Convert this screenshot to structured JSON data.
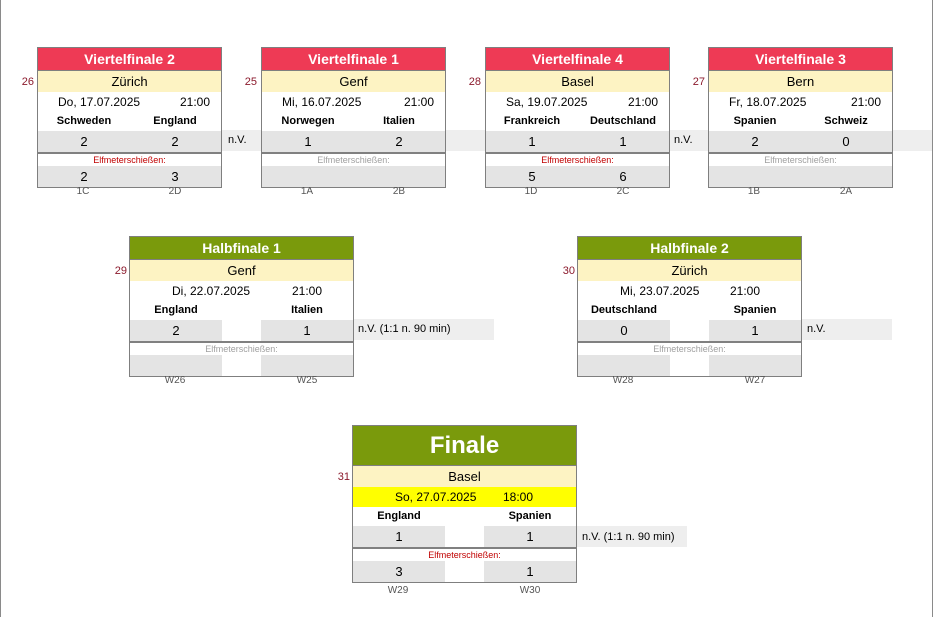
{
  "colors": {
    "quarter": "#ee3a55",
    "semi": "#7a9a0c",
    "final": "#7a9a0c",
    "venue_bg": "#fdf3c3",
    "final_date_bg": "#ffff00",
    "penalty_label": "#c00000",
    "penalty_label_empty": "#a0a0a0"
  },
  "penalty_label": "Elfmeterschießen:",
  "quarterfinals": [
    {
      "title": "Viertelfinale 2",
      "match_no": "26",
      "venue": "Zürich",
      "date": "Do, 17.07.2025",
      "time": "21:00",
      "home": "Schweden",
      "away": "England",
      "home_goals": "2",
      "away_goals": "2",
      "note": "n.V.",
      "home_pen": "2",
      "away_pen": "3",
      "home_slot": "1C",
      "away_slot": "2D"
    },
    {
      "title": "Viertelfinale 1",
      "match_no": "25",
      "venue": "Genf",
      "date": "Mi, 16.07.2025",
      "time": "21:00",
      "home": "Norwegen",
      "away": "Italien",
      "home_goals": "1",
      "away_goals": "2",
      "note": "",
      "home_pen": "",
      "away_pen": "",
      "home_slot": "1A",
      "away_slot": "2B"
    },
    {
      "title": "Viertelfinale 4",
      "match_no": "28",
      "venue": "Basel",
      "date": "Sa, 19.07.2025",
      "time": "21:00",
      "home": "Frankreich",
      "away": "Deutschland",
      "home_goals": "1",
      "away_goals": "1",
      "note": "n.V.",
      "home_pen": "5",
      "away_pen": "6",
      "home_slot": "1D",
      "away_slot": "2C"
    },
    {
      "title": "Viertelfinale 3",
      "match_no": "27",
      "venue": "Bern",
      "date": "Fr, 18.07.2025",
      "time": "21:00",
      "home": "Spanien",
      "away": "Schweiz",
      "home_goals": "2",
      "away_goals": "0",
      "note": "",
      "home_pen": "",
      "away_pen": "",
      "home_slot": "1B",
      "away_slot": "2A"
    }
  ],
  "semifinals": [
    {
      "title": "Halbfinale 1",
      "match_no": "29",
      "venue": "Genf",
      "date": "Di, 22.07.2025",
      "time": "21:00",
      "home": "England",
      "away": "Italien",
      "home_goals": "2",
      "away_goals": "1",
      "note": "n.V. (1:1 n. 90 min)",
      "home_pen": "",
      "away_pen": "",
      "home_slot": "W26",
      "away_slot": "W25"
    },
    {
      "title": "Halbfinale 2",
      "match_no": "30",
      "venue": "Zürich",
      "date": "Mi, 23.07.2025",
      "time": "21:00",
      "home": "Deutschland",
      "away": "Spanien",
      "home_goals": "0",
      "away_goals": "1",
      "note": "n.V.",
      "home_pen": "",
      "away_pen": "",
      "home_slot": "W28",
      "away_slot": "W27"
    }
  ],
  "final": {
    "title": "Finale",
    "match_no": "31",
    "venue": "Basel",
    "date": "So, 27.07.2025",
    "time": "18:00",
    "home": "England",
    "away": "Spanien",
    "home_goals": "1",
    "away_goals": "1",
    "note": "n.V. (1:1 n. 90 min)",
    "home_pen": "3",
    "away_pen": "1",
    "home_slot": "W29",
    "away_slot": "W30"
  }
}
